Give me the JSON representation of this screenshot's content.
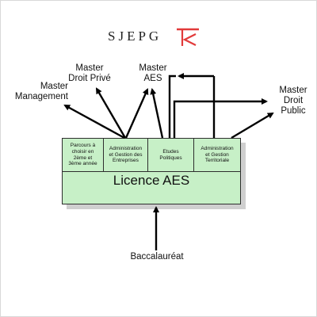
{
  "logo": {
    "text": "SJEPG",
    "mark_color": "#e23a3a"
  },
  "nodes": {
    "master_management": [
      "Master",
      "Management"
    ],
    "master_droit_prive": [
      "Master",
      "Droit Privé"
    ],
    "master_aes": [
      "Master",
      "AES"
    ],
    "master_droit_public": [
      "Master",
      "Droit",
      "Public"
    ],
    "baccalaureat": "Baccalauréat"
  },
  "licence": {
    "title": "Licence AES",
    "cells": [
      [
        "Parcours à",
        "choisir en",
        "2ème et",
        "3ème année"
      ],
      [
        "Administration",
        "et Gestion des",
        "Entreprises"
      ],
      [
        "Etudes",
        "Politiques"
      ],
      [
        "Administration",
        "et Gestion",
        "Territoriale"
      ]
    ]
  },
  "colors": {
    "box_fill": "#c7f0c7",
    "arrow": "#000000",
    "shadow": "#cfcfcf"
  }
}
